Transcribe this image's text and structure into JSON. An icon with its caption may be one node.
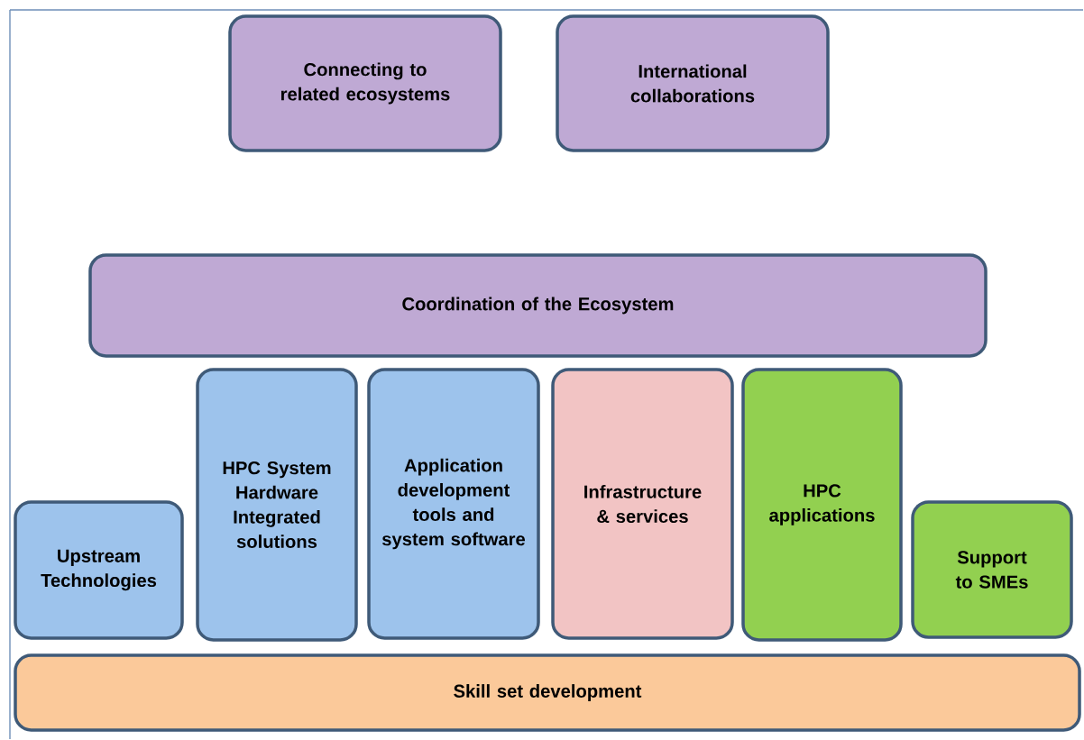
{
  "diagram": {
    "nodes": [
      {
        "text": [
          "Connecting to related ecosystems"
        ]
      },
      {
        "text": [
          "International collaborations"
        ]
      },
      {
        "text": [
          "Coordination of the Ecosystem"
        ]
      },
      {
        "text": [
          "Upstream Technologies"
        ]
      },
      {
        "text": [
          "HPC System Hardware Integrated solutions"
        ]
      },
      {
        "text": [
          "Application development tools and system software"
        ]
      },
      {
        "text": [
          "Infrastructure & services"
        ]
      },
      {
        "text": [
          "HPC applications"
        ]
      },
      {
        "text": [
          "Support to SMEs"
        ]
      },
      {
        "text": [
          "Skill set development"
        ]
      }
    ]
  }
}
